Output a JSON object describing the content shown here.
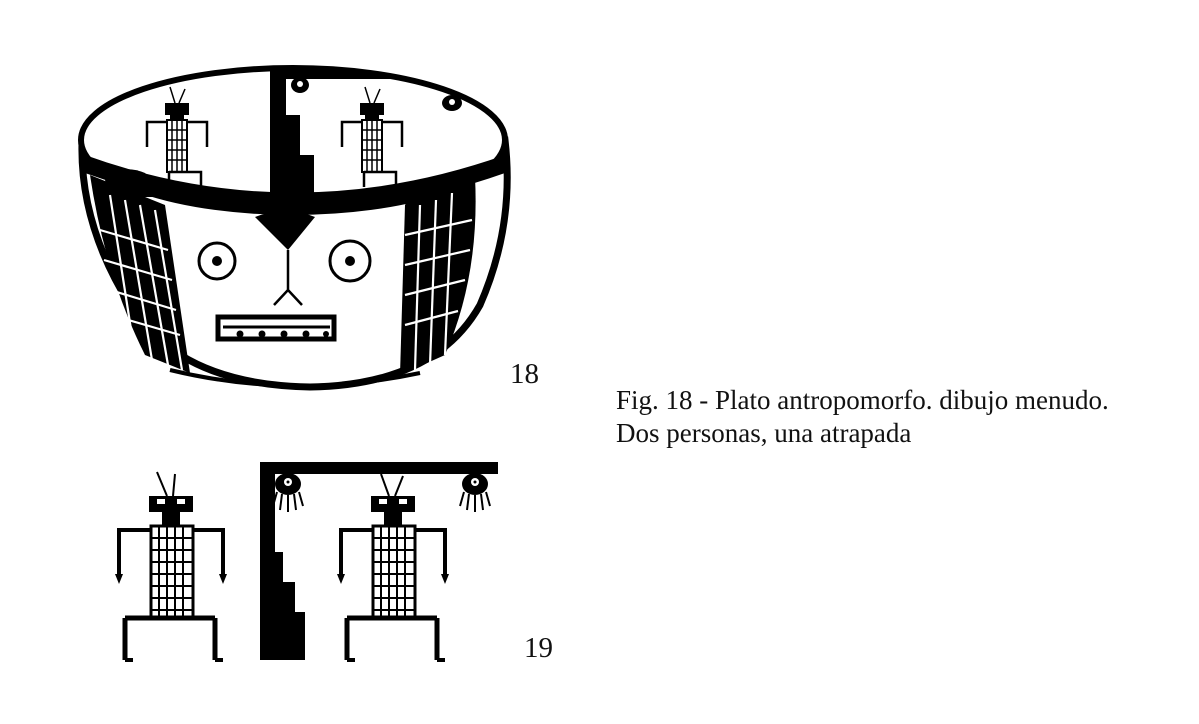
{
  "figures": [
    {
      "number": "18"
    },
    {
      "number": "19"
    }
  ],
  "caption": {
    "line1": "Fig. 18 - Plato antropomorfo. dibujo menudo.",
    "line2": "Dos personas, una atrapada"
  }
}
